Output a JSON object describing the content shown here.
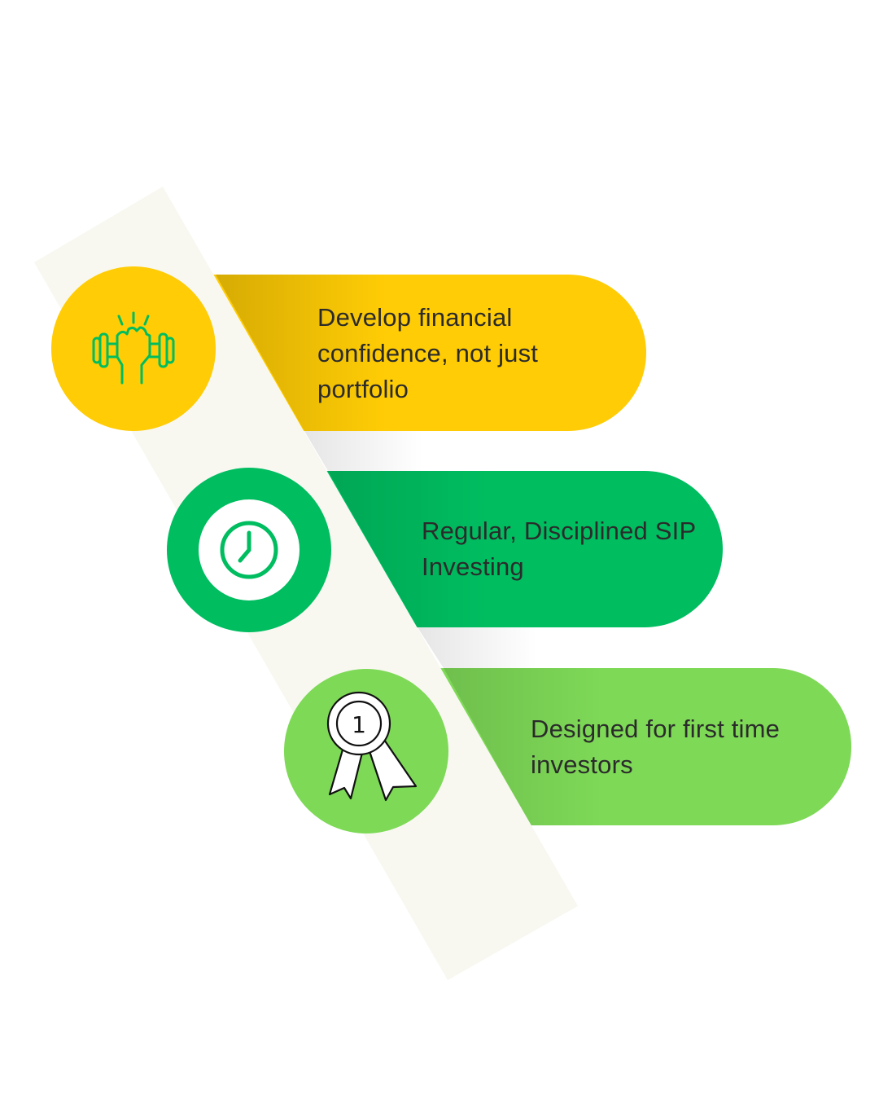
{
  "items": [
    {
      "text": "Develop financial confidence, not just portfolio",
      "icon": "dumbbell-icon",
      "color": "#FFCC05"
    },
    {
      "text": "Regular, Disciplined SIP Investing",
      "icon": "clock-icon",
      "color": "#00BD60"
    },
    {
      "text": "Designed for first time investors",
      "icon": "award-ribbon-icon",
      "color": "#7ED957",
      "badge_number": "1"
    }
  ],
  "colors": {
    "band": "#F8F8F1",
    "icon_green": "#00BD60",
    "text": "#2B2B2B",
    "background": "#FFFFFF"
  }
}
